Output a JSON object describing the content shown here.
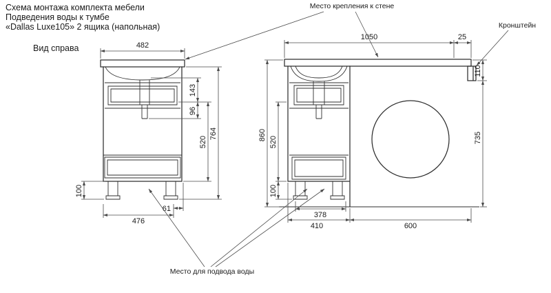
{
  "title": {
    "line1": "Схема монтажа комплекта мебели",
    "line2": "Подведения воды к тумбе",
    "line3": "«Dallas Luxe105» 2 ящика (напольная)"
  },
  "labels": {
    "view_right": "Вид справа",
    "wall_mount": "Место крепления к стене",
    "bracket": "Кронштейн",
    "water_supply": "Место для подвода воды"
  },
  "dims": {
    "side": {
      "top_width": "482",
      "h143": "143",
      "h96": "96",
      "h520": "520",
      "h764": "764",
      "leg_height": "100",
      "bottom_width": "476",
      "back_offset": "61"
    },
    "front": {
      "top_width": "1050",
      "bracket_offset": "25",
      "h110": "110",
      "h735": "735",
      "total_height": "860",
      "h520": "520",
      "leg_height": "100",
      "w378": "378",
      "w410": "410",
      "washer_width": "600"
    }
  },
  "colors": {
    "line": "#2e2e2e",
    "dim": "#4a4a4a",
    "text": "#1a1a1a",
    "background": "#ffffff"
  }
}
